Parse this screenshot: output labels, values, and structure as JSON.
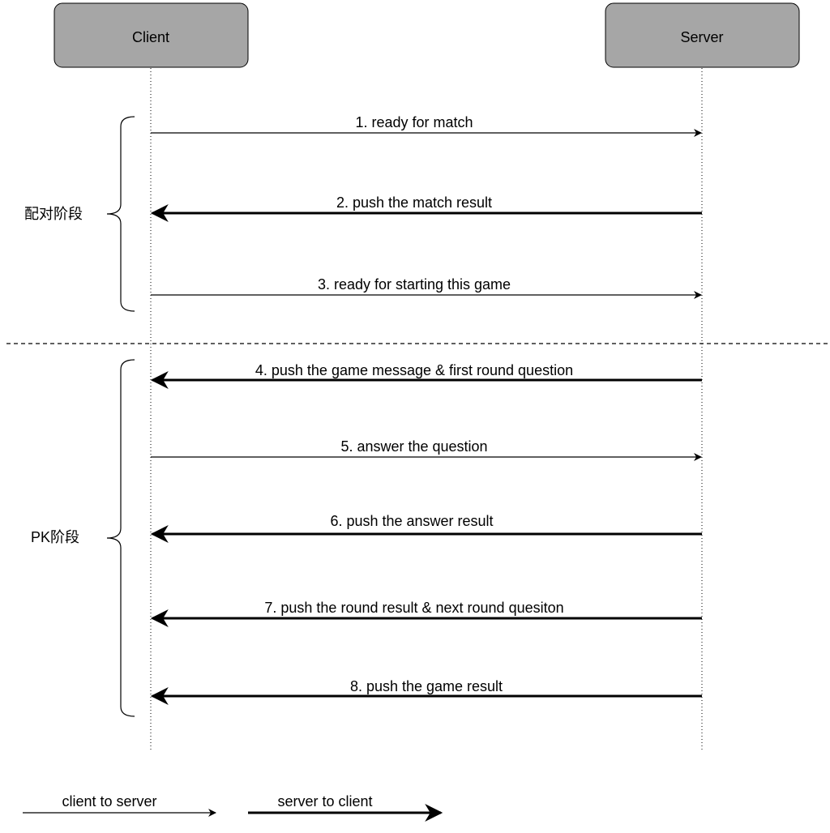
{
  "diagram": {
    "actors": {
      "client": "Client",
      "server": "Server"
    },
    "phases": [
      {
        "label": "配对阶段"
      },
      {
        "label": "PK阶段"
      }
    ],
    "messages": [
      {
        "label": "1. ready for match",
        "direction": "client-to-server"
      },
      {
        "label": "2. push the match result",
        "direction": "server-to-client"
      },
      {
        "label": "3. ready for starting this game",
        "direction": "client-to-server"
      },
      {
        "label": "4. push the game message & first round question",
        "direction": "server-to-client"
      },
      {
        "label": "5. answer the question",
        "direction": "client-to-server"
      },
      {
        "label": "6. push the answer result",
        "direction": "server-to-client"
      },
      {
        "label": "7. push the round result & next round quesiton",
        "direction": "server-to-client"
      },
      {
        "label": "8. push the game result",
        "direction": "server-to-client"
      }
    ],
    "legend": {
      "client_to_server": "client to server",
      "server_to_client": "server to client"
    },
    "colors": {
      "actor_fill": "#a6a6a6",
      "actor_stroke": "#000000",
      "line": "#000000"
    }
  }
}
